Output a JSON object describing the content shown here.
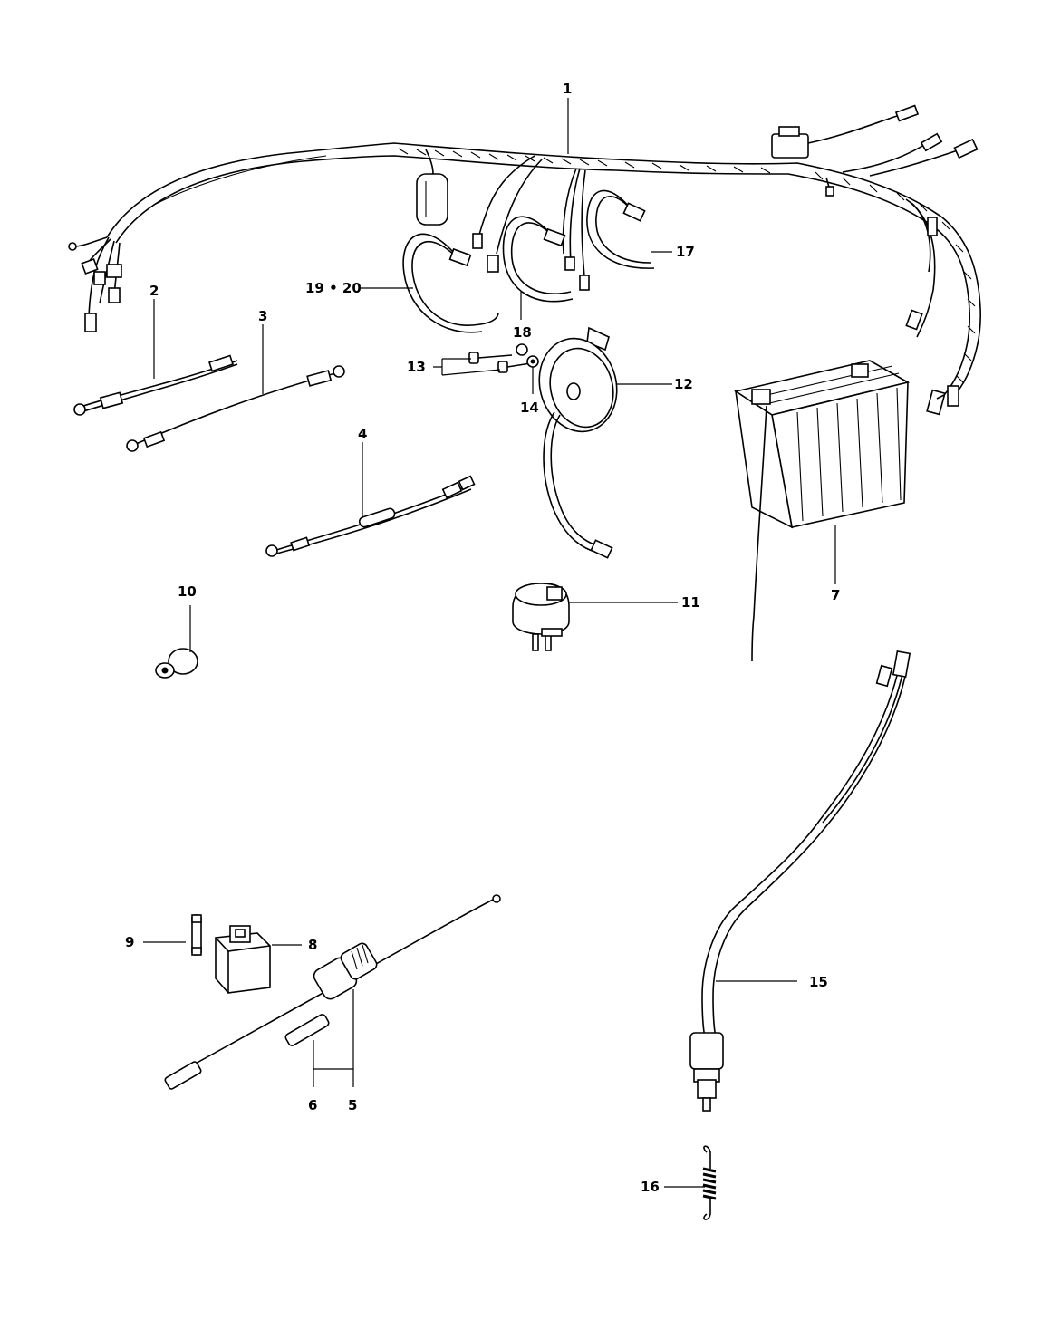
{
  "callouts": {
    "c1": "1",
    "c2": "2",
    "c3": "3",
    "c4": "4",
    "c5": "5",
    "c6": "6",
    "c7": "7",
    "c8": "8",
    "c9": "9",
    "c10": "10",
    "c11": "11",
    "c12": "12",
    "c13": "13",
    "c14": "14",
    "c15": "15",
    "c16": "16",
    "c17": "17",
    "c18": "18",
    "c19_20": "19 • 20"
  }
}
